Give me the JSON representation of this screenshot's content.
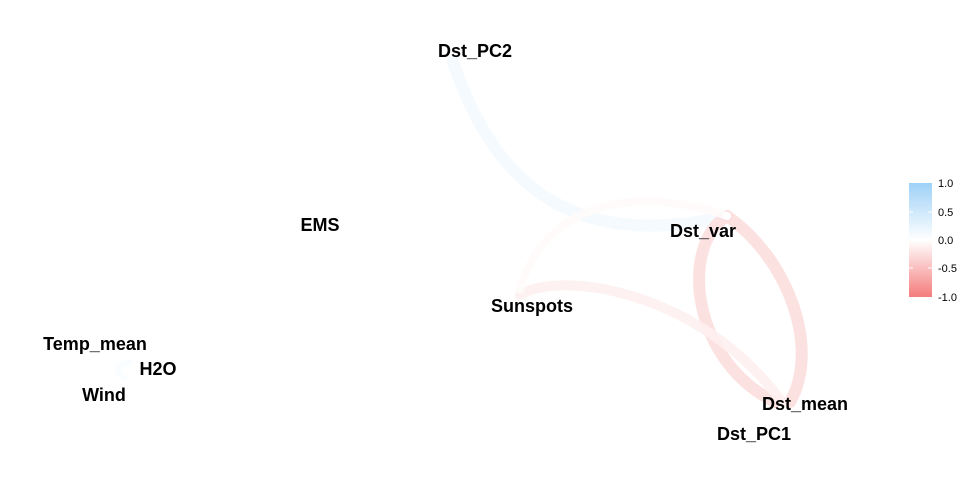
{
  "graph": {
    "type": "correlation-network",
    "nodes": [
      {
        "id": "dst_pc2",
        "label": "Dst_PC2"
      },
      {
        "id": "ems",
        "label": "EMS"
      },
      {
        "id": "dst_var",
        "label": "Dst_var"
      },
      {
        "id": "sunspots",
        "label": "Sunspots"
      },
      {
        "id": "temp_mean",
        "label": "Temp_mean"
      },
      {
        "id": "h2o",
        "label": "H2O"
      },
      {
        "id": "wind",
        "label": "Wind"
      },
      {
        "id": "dst_mean",
        "label": "Dst_mean"
      },
      {
        "id": "dst_pc1",
        "label": "Dst_PC1"
      }
    ],
    "edges": [
      {
        "id": "dst_pc2-dst_var",
        "from": "dst_pc2",
        "to": "dst_var",
        "correlation": 0.12
      },
      {
        "id": "dst_var-dst_mean-a",
        "from": "dst_var",
        "to": "dst_mean",
        "correlation": -0.25
      },
      {
        "id": "dst_var-dst_mean-b",
        "from": "dst_var",
        "to": "dst_mean",
        "correlation": -0.25
      },
      {
        "id": "sunspots-dst_pc1",
        "from": "sunspots",
        "to": "dst_pc1",
        "correlation": -0.12
      },
      {
        "id": "sunspots-dst_var",
        "from": "sunspots",
        "to": "dst_var",
        "correlation": -0.03
      },
      {
        "id": "temp_mean-wind",
        "from": "temp_mean",
        "to": "wind",
        "correlation": 0.05
      }
    ]
  },
  "legend": {
    "ticks": [
      "1.0",
      "0.5",
      "0.0",
      "-0.5",
      "-1.0"
    ],
    "colors": {
      "positive": "#9ed1f7",
      "zero": "#ffffff",
      "negative": "#f47c7c"
    }
  }
}
